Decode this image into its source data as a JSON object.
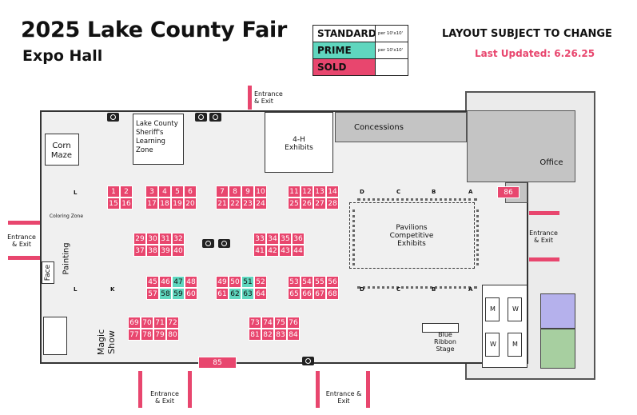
{
  "header": {
    "title": "2025 Lake County Fair",
    "subtitle": "Expo Hall",
    "notice": "LAYOUT SUBJECT TO CHANGE",
    "updated": "Last Updated: 6.26.25"
  },
  "legend": [
    {
      "name": "STANDARD",
      "note": "per 10'x10'",
      "color": "#ffffff"
    },
    {
      "name": "PRIME",
      "note": "per 10'x10'",
      "color": "#5fd6be"
    },
    {
      "name": "SOLD",
      "note": "",
      "color": "#e8466e"
    }
  ],
  "areas": {
    "corn_maze": "Corn Maze",
    "sheriff": "Lake County Sheriff's Learning Zone",
    "four_h": "4-H Exhibits",
    "concessions": "Concessions",
    "office": "Office",
    "pavilions": "Pavilions Competitive Exhibits",
    "coloring": "Coloring Zone",
    "face": "Face",
    "painting": "Painting",
    "magic": "Magic Show",
    "blue_ribbon": "Blue Ribbon Stage",
    "men": "M",
    "women": "W"
  },
  "entrances": {
    "label": "Entrance & Exit"
  },
  "column_letters": [
    "D",
    "C",
    "B",
    "A"
  ],
  "side_letters": [
    "L",
    "K"
  ],
  "booths": {
    "row1": [
      "1",
      "2",
      "3",
      "4",
      "5",
      "6",
      "7",
      "8",
      "9",
      "10",
      "11",
      "12",
      "13",
      "14"
    ],
    "row2": [
      "15",
      "16",
      "17",
      "18",
      "19",
      "20",
      "21",
      "22",
      "23",
      "24",
      "25",
      "26",
      "27",
      "28"
    ],
    "row3": [
      "29",
      "30",
      "31",
      "32",
      "33",
      "34",
      "35",
      "36"
    ],
    "row4": [
      "37",
      "38",
      "39",
      "40",
      "41",
      "42",
      "43",
      "44"
    ],
    "row5": [
      "45",
      "46",
      "47",
      "48",
      "49",
      "50",
      "51",
      "52",
      "53",
      "54",
      "55",
      "56"
    ],
    "row6": [
      "57",
      "58",
      "59",
      "60",
      "61",
      "62",
      "63",
      "64",
      "65",
      "66",
      "67",
      "68"
    ],
    "row7": [
      "69",
      "70",
      "71",
      "72",
      "73",
      "74",
      "75",
      "76"
    ],
    "row8": [
      "77",
      "78",
      "79",
      "80",
      "81",
      "82",
      "83",
      "84"
    ],
    "single_85": "85",
    "single_86": "86",
    "prime": [
      "47",
      "51",
      "58",
      "59",
      "62",
      "63"
    ]
  }
}
